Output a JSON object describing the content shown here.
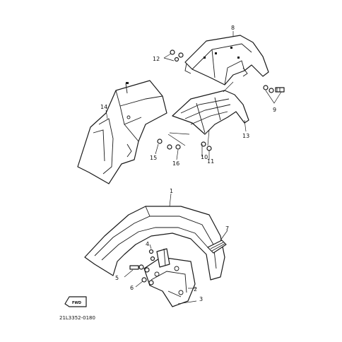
{
  "callouts": {
    "c1": "1",
    "c2": "2",
    "c3": "3",
    "c4": "4",
    "c5": "5",
    "c6": "6",
    "c7": "7",
    "c8": "8",
    "c9": "9",
    "c10": "10",
    "c11": "11",
    "c12": "12",
    "c13": "13",
    "c14": "14",
    "c15": "15",
    "c16": "16"
  },
  "arrow_label": "FWD",
  "drawing_code": "21L3352-0180"
}
